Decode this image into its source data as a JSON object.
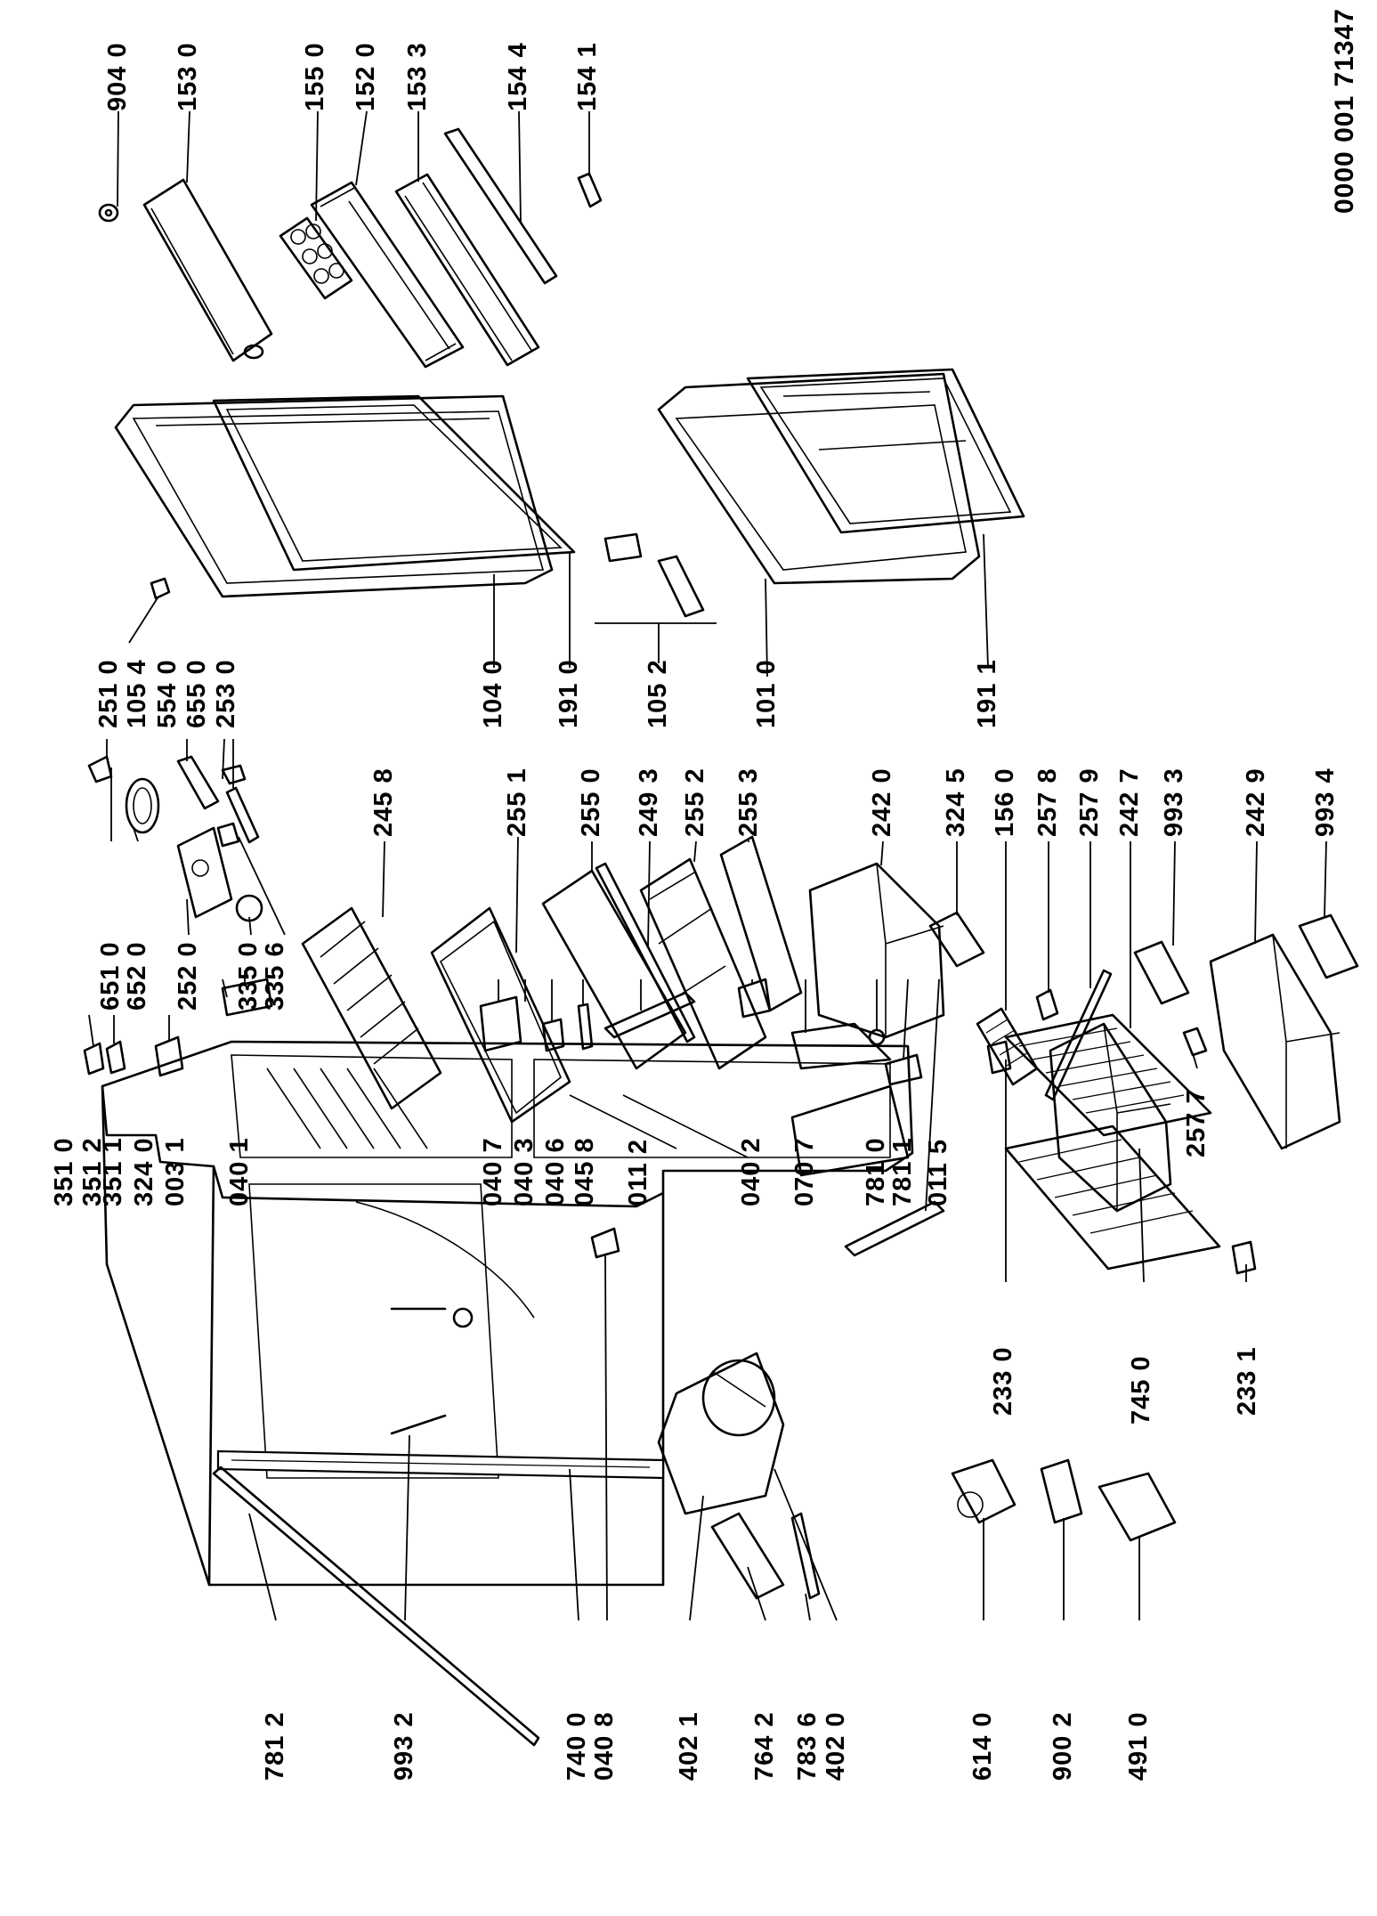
{
  "document_number": "0000 001 71347",
  "labels": {
    "l9040": "904 0",
    "l1530": "153 0",
    "l1550": "155 0",
    "l1520": "152 0",
    "l1533": "153 3",
    "l1544": "154 4",
    "l1541": "154 1",
    "l2510": "251 0",
    "l1054": "105 4",
    "l5540": "554 0",
    "l6550": "655 0",
    "l2530": "253 0",
    "l1040": "104 0",
    "l1910": "191 0",
    "l1052": "105 2",
    "l1010": "101 0",
    "l1911": "191 1",
    "l2458": "245 8",
    "l2551": "255 1",
    "l2550": "255 0",
    "l2493": "249 3",
    "l2552": "255 2",
    "l2553": "255 3",
    "l2420": "242 0",
    "l3245": "324 5",
    "l1560": "156 0",
    "l2578": "257 8",
    "l2579": "257 9",
    "l2427": "242 7",
    "l9933": "993 3",
    "l2429": "242 9",
    "l9934": "993 4",
    "l6510": "651 0",
    "l6520": "652 0",
    "l2520": "252 0",
    "l3350": "335 0",
    "l3356": "335 6",
    "l2577": "257 7",
    "l3510": "351 0",
    "l3512": "351 2",
    "l3511": "351 1",
    "l3240": "324 0",
    "l0031": "003 1",
    "l0401": "040 1",
    "l0407": "040 7",
    "l0403": "040 3",
    "l0406": "040 6",
    "l0458": "045 8",
    "l0112": "011 2",
    "l0402": "040 2",
    "l0707": "070 7",
    "l7810": "781 0",
    "l7811": "781 1",
    "l0115": "011 5",
    "l2330": "233 0",
    "l7450": "745 0",
    "l2331": "233 1",
    "l7812": "781 2",
    "l9932": "993 2",
    "l7400": "740 0",
    "l0408": "040 8",
    "l4021": "402 1",
    "l7642": "764 2",
    "l7836": "783 6",
    "l4020": "402 0",
    "l6140": "614 0",
    "l9002": "900 2",
    "l4910": "491 0"
  }
}
